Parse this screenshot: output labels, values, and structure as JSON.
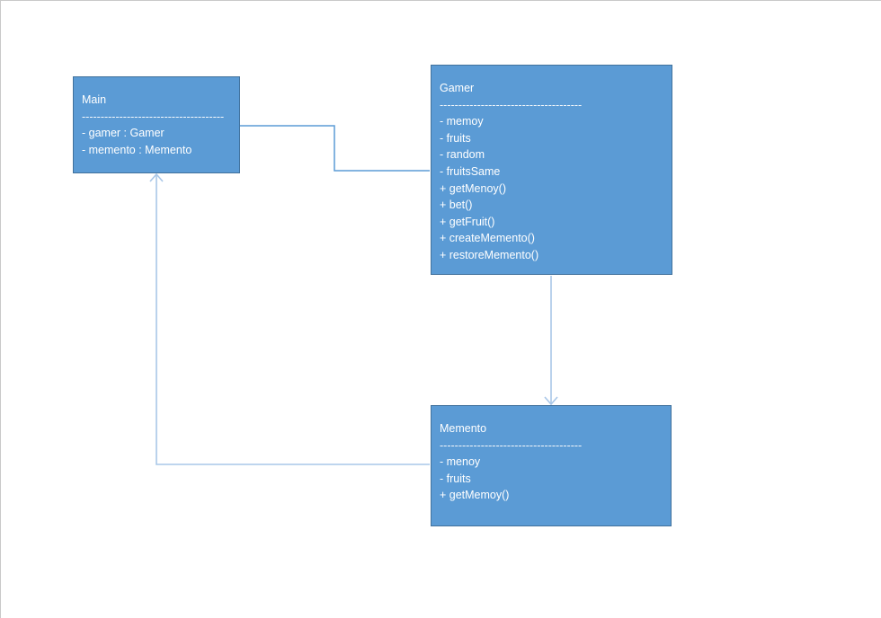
{
  "diagram": {
    "type": "uml-class-diagram",
    "classes": [
      {
        "name": "Main",
        "title": "Main",
        "separator": "--------------------------------------",
        "members": [
          "- gamer : Gamer",
          "- memento : Memento"
        ]
      },
      {
        "name": "Gamer",
        "title": "Gamer",
        "separator": "--------------------------------------",
        "members": [
          "- memoy",
          "- fruits",
          "- random",
          "- fruitsSame",
          "+ getMenoy()",
          "+ bet()",
          "+ getFruit()",
          "+ createMemento()",
          "+ restoreMemento()"
        ]
      },
      {
        "name": "Memento",
        "title": "Memento",
        "separator": "--------------------------------------",
        "members": [
          "- menoy",
          "- fruits",
          "+ getMemoy()"
        ]
      }
    ],
    "relations": [
      {
        "from": "Main",
        "to": "Gamer",
        "style": "elbow",
        "arrowhead": "none"
      },
      {
        "from": "Gamer",
        "to": "Memento",
        "style": "straight",
        "arrowhead": "open"
      },
      {
        "from": "Memento",
        "to": "Main",
        "style": "elbow",
        "arrowhead": "open"
      }
    ],
    "colors": {
      "box_fill": "#5b9bd5",
      "box_border": "#41719c",
      "text": "#ffffff",
      "connector_plain": "#5b9bd5",
      "connector_arrow": "#a9c7e8",
      "page_frame": "#c9c9c9"
    }
  }
}
